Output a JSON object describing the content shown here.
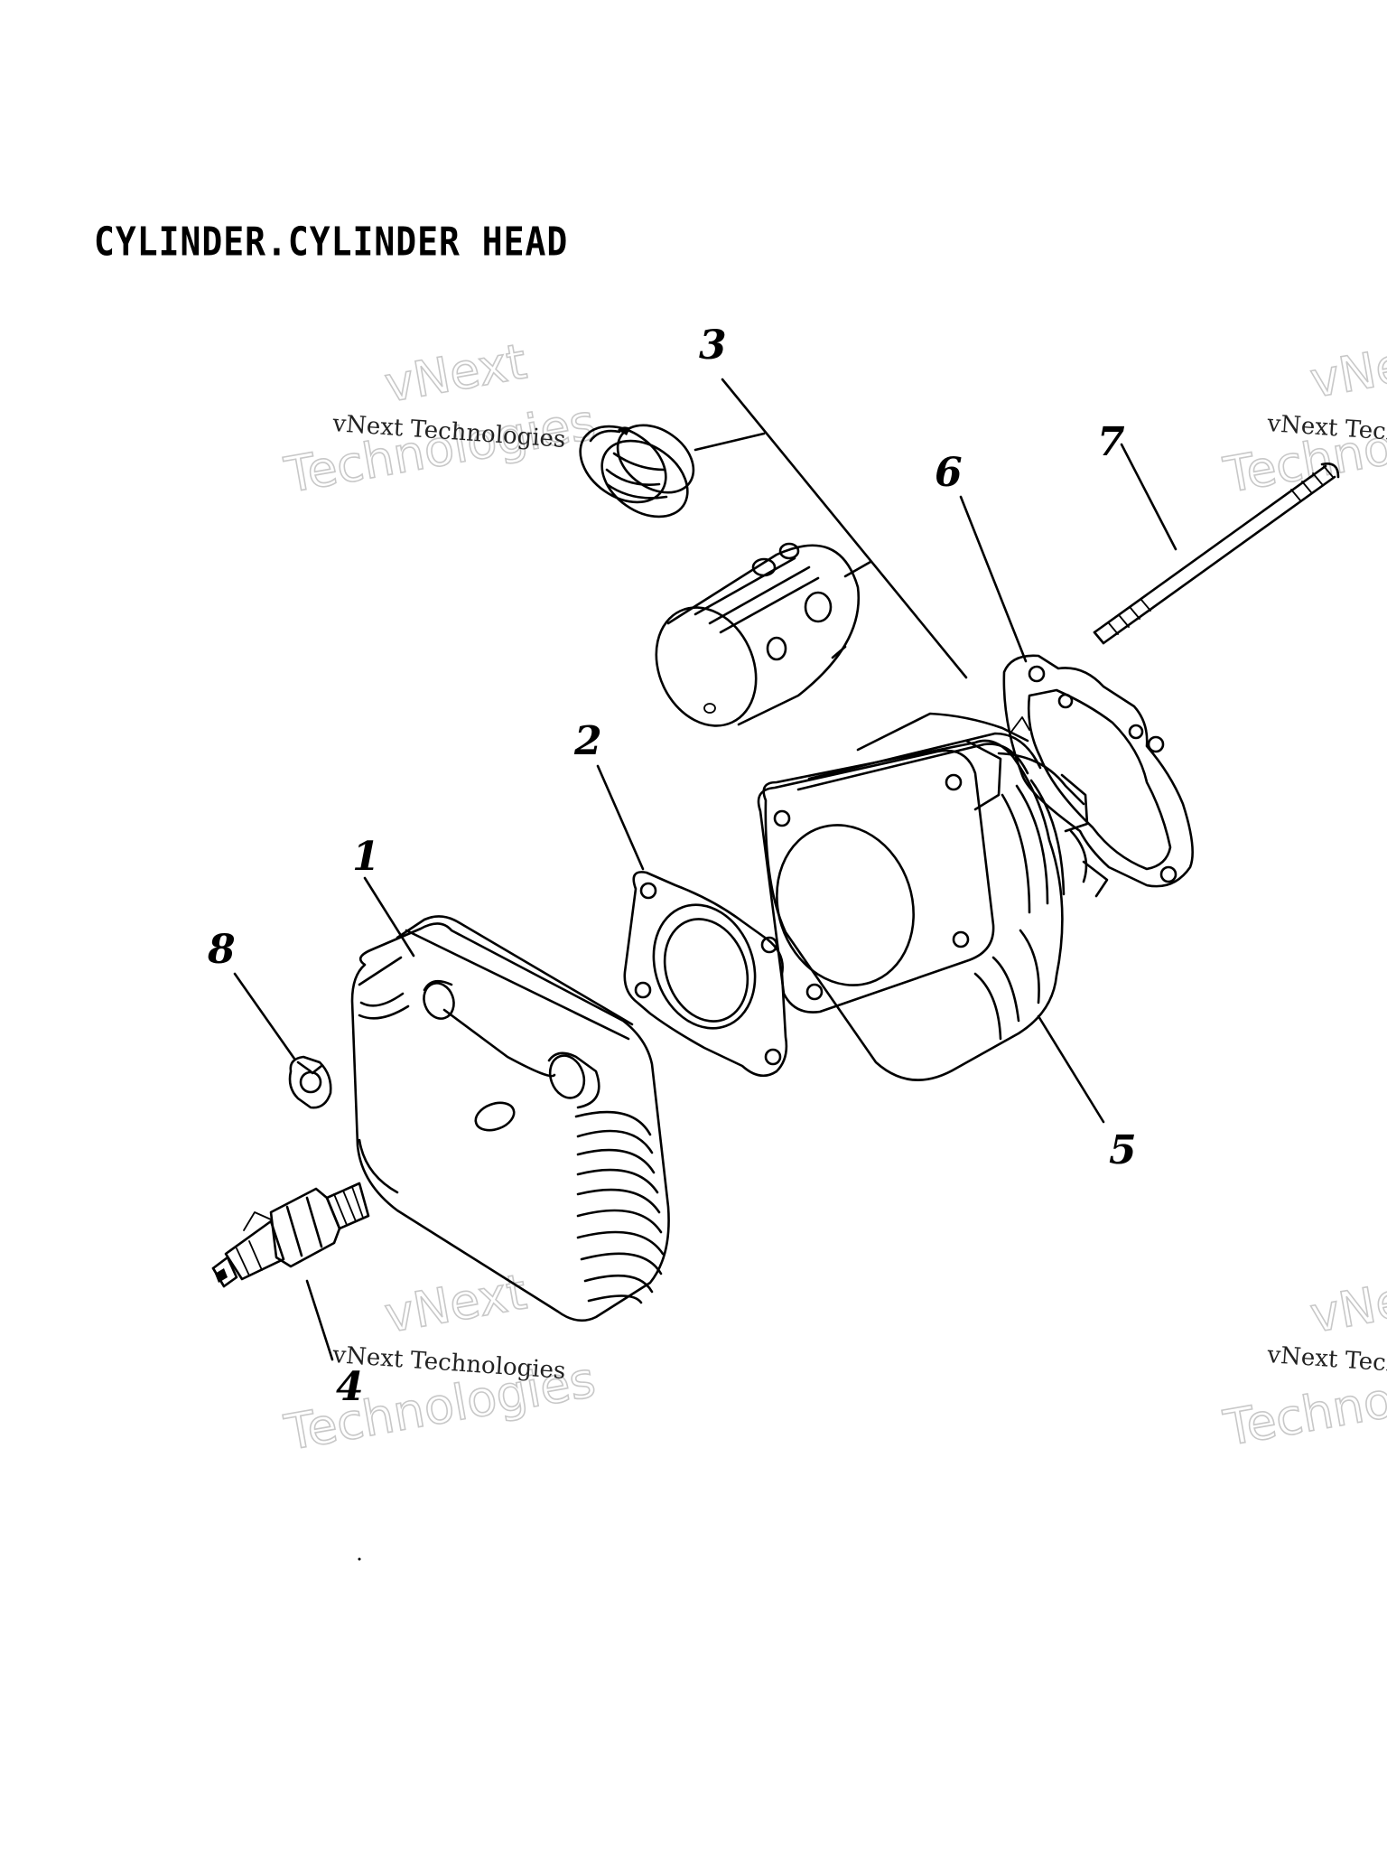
{
  "title": "CYLINDER.CYLINDER HEAD",
  "callouts": {
    "n1": "1",
    "n2": "2",
    "n3": "3",
    "n4": "4",
    "n5": "5",
    "n6": "6",
    "n7": "7",
    "n8": "8"
  },
  "watermarks": [
    {
      "line1": "vNext",
      "line2": "Technologies",
      "caption": "vNext Technologies"
    }
  ]
}
